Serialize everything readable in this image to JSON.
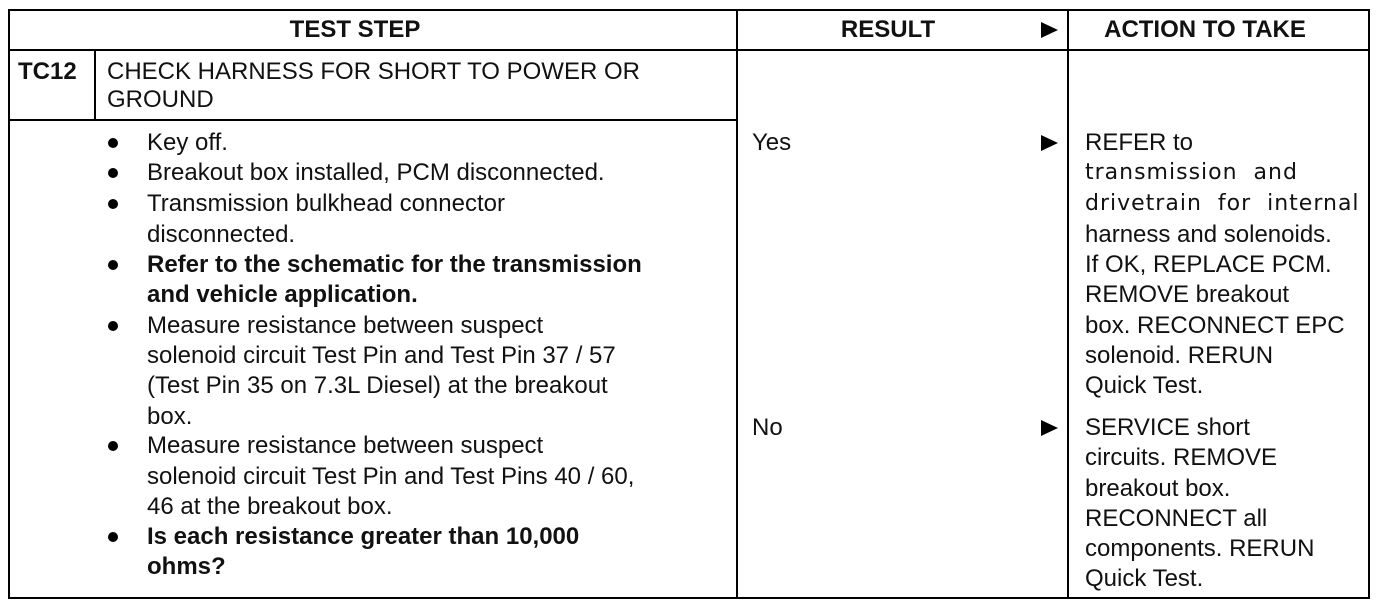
{
  "header": {
    "test_step": "TEST STEP",
    "result": "RESULT",
    "action_to_take": "ACTION TO TAKE",
    "arrow_icon": "right-pointer-icon",
    "bullet_icon": "bullet-icon"
  },
  "step": {
    "id": "TC12",
    "title_lines": [
      "CHECK HARNESS FOR SHORT TO POWER OR",
      "GROUND"
    ],
    "bullets": [
      {
        "lines": [
          "Key off."
        ]
      },
      {
        "lines": [
          "Breakout box installed, PCM disconnected."
        ]
      },
      {
        "lines": [
          "Transmission bulkhead connector",
          "disconnected."
        ]
      },
      {
        "lines": [
          "Refer to the schematic for the transmission",
          "and vehicle application."
        ]
      },
      {
        "lines": [
          "Measure resistance between suspect",
          "solenoid circuit Test Pin and Test Pin 37 / 57",
          "(Test Pin 35 on 7.3L Diesel) at the breakout",
          "box."
        ]
      },
      {
        "lines": [
          "Measure resistance between suspect",
          "solenoid circuit Test Pin and Test Pins 40 / 60,",
          "46 at the breakout box."
        ]
      },
      {
        "lines": [
          "Is each resistance greater than 10,000",
          "ohms?"
        ]
      }
    ]
  },
  "outcomes": [
    {
      "result": "Yes",
      "action_lines": [
        "REFER to",
        "transmission and",
        "drivetrain for internal",
        "harness and solenoids.",
        "If OK, REPLACE PCM.",
        "REMOVE breakout",
        "box. RECONNECT EPC",
        "solenoid. RERUN",
        "Quick Test."
      ]
    },
    {
      "result": "No",
      "action_lines": [
        "SERVICE short",
        "circuits. REMOVE",
        "breakout box.",
        "RECONNECT all",
        "components. RERUN",
        "Quick Test."
      ]
    }
  ],
  "colors": {
    "ink": "#000000",
    "paper": "#ffffff"
  }
}
